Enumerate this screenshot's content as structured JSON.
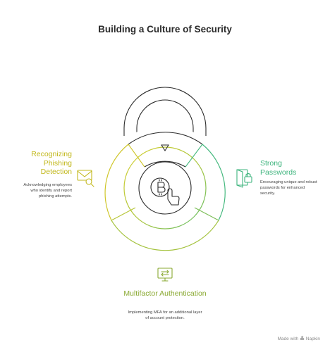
{
  "title": "Building a Culture of Security",
  "sections": {
    "left": {
      "heading": "Recognizing Phishing Detection",
      "description": "Acknowledging employees who identify and report phishing attempts.",
      "color": "#c2b81c",
      "icon": "envelope-search-icon"
    },
    "right": {
      "heading": "Strong Passwords",
      "description": "Encouraging unique and robust passwords for enhanced security.",
      "color": "#3eb47d",
      "icon": "door-lock-icon"
    },
    "bottom": {
      "heading": "Multifactor Authentication",
      "description": "Implementing MFA for an additional layer of account protection.",
      "color": "#8aa932",
      "icon": "monitor-transfer-icon"
    }
  },
  "center_icon": "bitcoin-hand-icon",
  "branding": {
    "made_with": "Made with",
    "name": "Napkin"
  }
}
